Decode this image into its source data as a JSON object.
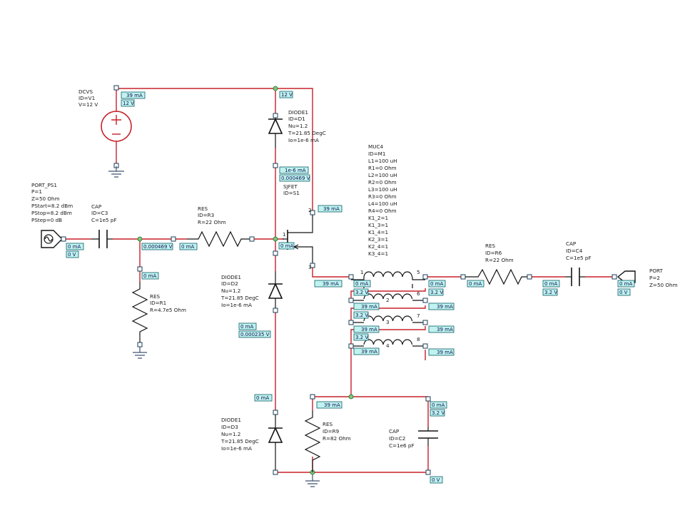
{
  "components": {
    "dcvs": {
      "lines": [
        "DCVS",
        "ID=V1",
        "V=12 V"
      ]
    },
    "diode1": {
      "lines": [
        "DIODE1",
        "ID=D1",
        "Nu=1.2",
        "T=21.85 DegC",
        "Io=1e-6 mA"
      ]
    },
    "diode2": {
      "lines": [
        "DIODE1",
        "ID=D2",
        "Nu=1.2",
        "T=21.85 DegC",
        "Io=1e-6 mA"
      ]
    },
    "diode3": {
      "lines": [
        "DIODE1",
        "ID=D3",
        "Nu=1.2",
        "T=21.85 DegC",
        "Io=1e-6 mA"
      ]
    },
    "sjfet": {
      "lines": [
        "SJFET",
        "ID=S1"
      ]
    },
    "port1": {
      "lines": [
        "PORT_PS1",
        "P=1",
        "Z=50 Ohm",
        "PStart=8.2 dBm",
        "PStop=8.2 dBm",
        "PStep=0 dB"
      ]
    },
    "port2": {
      "lines": [
        "PORT",
        "P=2",
        "Z=50 Ohm"
      ]
    },
    "cap3": {
      "lines": [
        "CAP",
        "ID=C3",
        "C=1e5 pF"
      ]
    },
    "cap4": {
      "lines": [
        "CAP",
        "ID=C4",
        "C=1e5 pF"
      ]
    },
    "cap2": {
      "lines": [
        "CAP",
        "ID=C2",
        "C=1e6 pF"
      ]
    },
    "res3": {
      "lines": [
        "RES",
        "ID=R3",
        "R=22 Ohm"
      ]
    },
    "res1": {
      "lines": [
        "RES",
        "ID=R1",
        "R=4.7e5 Ohm"
      ]
    },
    "res6": {
      "lines": [
        "RES",
        "ID=R6",
        "R=22 Ohm"
      ]
    },
    "res9": {
      "lines": [
        "RES",
        "ID=R9",
        "R=82 Ohm"
      ]
    },
    "muc4": {
      "lines": [
        "MUC4",
        "ID=M1",
        "L1=100 uH",
        "R1=0 Ohm",
        "L2=100 uH",
        "R2=0 Ohm",
        "L3=100 uH",
        "R3=0 Ohm",
        "L4=100 uH",
        "R4=0 Ohm",
        "K1_2=1",
        "K1_3=1",
        "K1_4=1",
        "K2_3=1",
        "K2_4=1",
        "K3_4=1"
      ]
    }
  },
  "pins": {
    "jfet": [
      "1",
      "2",
      "3"
    ],
    "muc": [
      "1",
      "5",
      "2",
      "6",
      "3",
      "7",
      "4",
      "8"
    ]
  },
  "annotations": {
    "v1_current": "39 mA",
    "v1_voltage": "12 V",
    "top_rail_voltage": "12 V",
    "d1_current": "1e-6 mA",
    "d1_voltage": "0.000469 V",
    "jfet_drain_current": "39 mA",
    "jfet_gate_current": "0 mA",
    "jfet_source_current": "39 mA",
    "port1_current": "0 mA",
    "port1_voltage": "0 V",
    "c3_voltage": "0.000469 V",
    "r3_current": "0 mA",
    "r1_current": "0 mA",
    "d2_current": "0 mA",
    "d2_voltage": "0.000235 V",
    "d3_current": "0 mA",
    "muc_p1_current": "0 mA",
    "muc_p2_voltage": "3.2 V",
    "muc_p2_current": "39 mA",
    "muc_p3_voltage": "3.2 V",
    "muc_p3_current": "39 mA",
    "muc_p4_voltage": "3.2 V",
    "muc_p4_current": "39 mA",
    "muc_p5_current": "0 mA",
    "muc_p5_voltage": "3.2 V",
    "muc_p6_current": "39 mA",
    "muc_p7_current": "39 mA",
    "muc_p8_current": "39 mA",
    "r6_current": "0 mA",
    "c4_current": "0 mA",
    "c4_voltage": "3.2 V",
    "port2_current": "0 mA",
    "port2_voltage": "0 V",
    "r9_current": "39 mA",
    "c2_current": "0 mA",
    "c2_voltage": "3.2 V",
    "ground_voltage": "0 V"
  },
  "colors": {
    "wire": "#c8202a",
    "symbol": "#141414",
    "tag_fill": "#bff3ef",
    "node": "#7ec77e"
  }
}
